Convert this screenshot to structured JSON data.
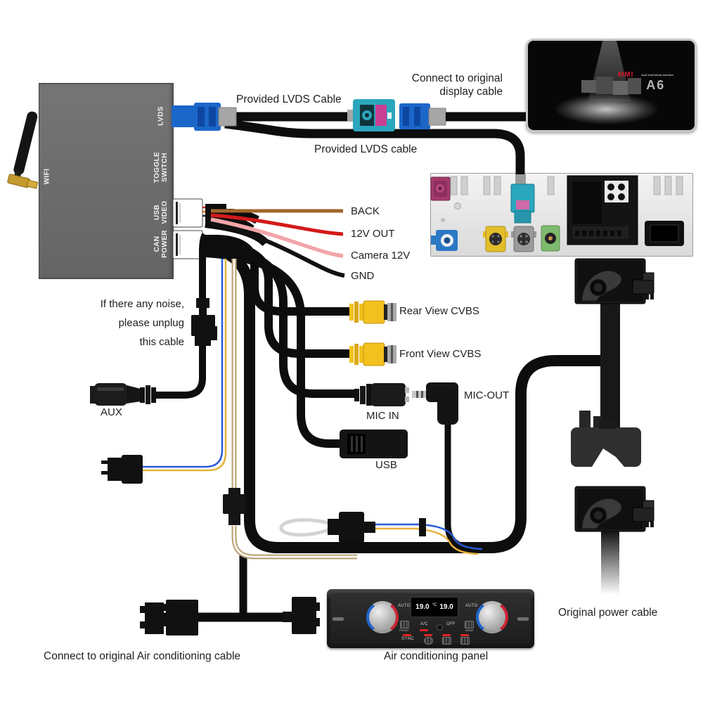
{
  "labels": {
    "provided_lvds_top": "Provided LVDS Cable",
    "connect_display_line1": "Connect to original",
    "connect_display_line2": "display cable",
    "provided_lvds_bottom": "Provided LVDS cable",
    "wire_back": "BACK",
    "wire_12v_out": "12V OUT",
    "wire_camera_12v": "Camera 12V",
    "wire_gnd": "GND",
    "rear_view_cvbs": "Rear View CVBS",
    "front_view_cvbs": "Front View CVBS",
    "mic_out": "MIC-OUT",
    "mic_in": "MIC IN",
    "usb": "USB",
    "aux": "AUX",
    "noise_line1": "If there any noise,",
    "noise_line2": "please unplug",
    "noise_line3": "this cable",
    "connect_ac": "Connect to original Air conditioning cable",
    "ac_panel": "Air conditioning panel",
    "original_power": "Original power cable"
  },
  "unit": {
    "wifi": "WIFI",
    "lvds": "LVDS",
    "toggle_line1": "TOGGLE",
    "toggle_line2": "SWITCH",
    "usb_line1": "USB",
    "usb_line2": "VIDEO",
    "can_line1": "CAN",
    "can_line2": "POWER"
  },
  "display": {
    "mmi": "MMI",
    "tagline": "Audi Multi Media Interface",
    "model": "A6"
  },
  "ac": {
    "auto_left": "AUTO",
    "auto_right": "AUTO",
    "temp_left": "19.0",
    "temp_unit": "°C",
    "temp_right": "19.0",
    "ac": "A/C",
    "off": "OFF",
    "sync": "SYNC",
    "front": "FRONT",
    "rear": "REAR"
  },
  "colors": {
    "box_gray": "#6d6d6d",
    "connector_blue": "#1b66c9",
    "teal": "#2aa6bd",
    "magenta": "#cb3f93",
    "rca_yellow": "#f3c11e",
    "wire_brown": "#a2662b",
    "wire_red": "#d31a1a",
    "wire_pink": "#f2a6ab",
    "wire_blue": "#2a5bd7",
    "wire_yellow": "#e6b23a",
    "wire_tan": "#bfa478",
    "fakra_pink": "#a43a6e",
    "fakra_blue": "#2b78c5",
    "fakra_yellow": "#e2be2a",
    "fakra_gray": "#9a9a9a",
    "fakra_green": "#7fba6f",
    "cable_black": "#0d0d0d"
  }
}
